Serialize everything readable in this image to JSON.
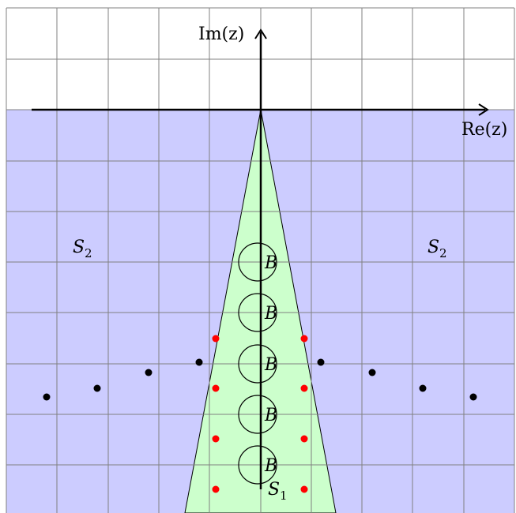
{
  "axes": {
    "imag_label": "Im(z)",
    "real_label": "Re(z)"
  },
  "regions": {
    "left_label": "S",
    "left_sub": "2",
    "right_label": "S",
    "right_sub": "2",
    "center_label": "S",
    "center_sub": "1"
  },
  "disk_label": "B",
  "colors": {
    "grid": "#808080",
    "s2_fill": "#ccccff",
    "s1_fill": "#ccffcc",
    "red_dot": "#ff0000",
    "black_dot": "#000000"
  },
  "disk_count": 5,
  "red_dot_count": 8,
  "black_dot_count": 8
}
